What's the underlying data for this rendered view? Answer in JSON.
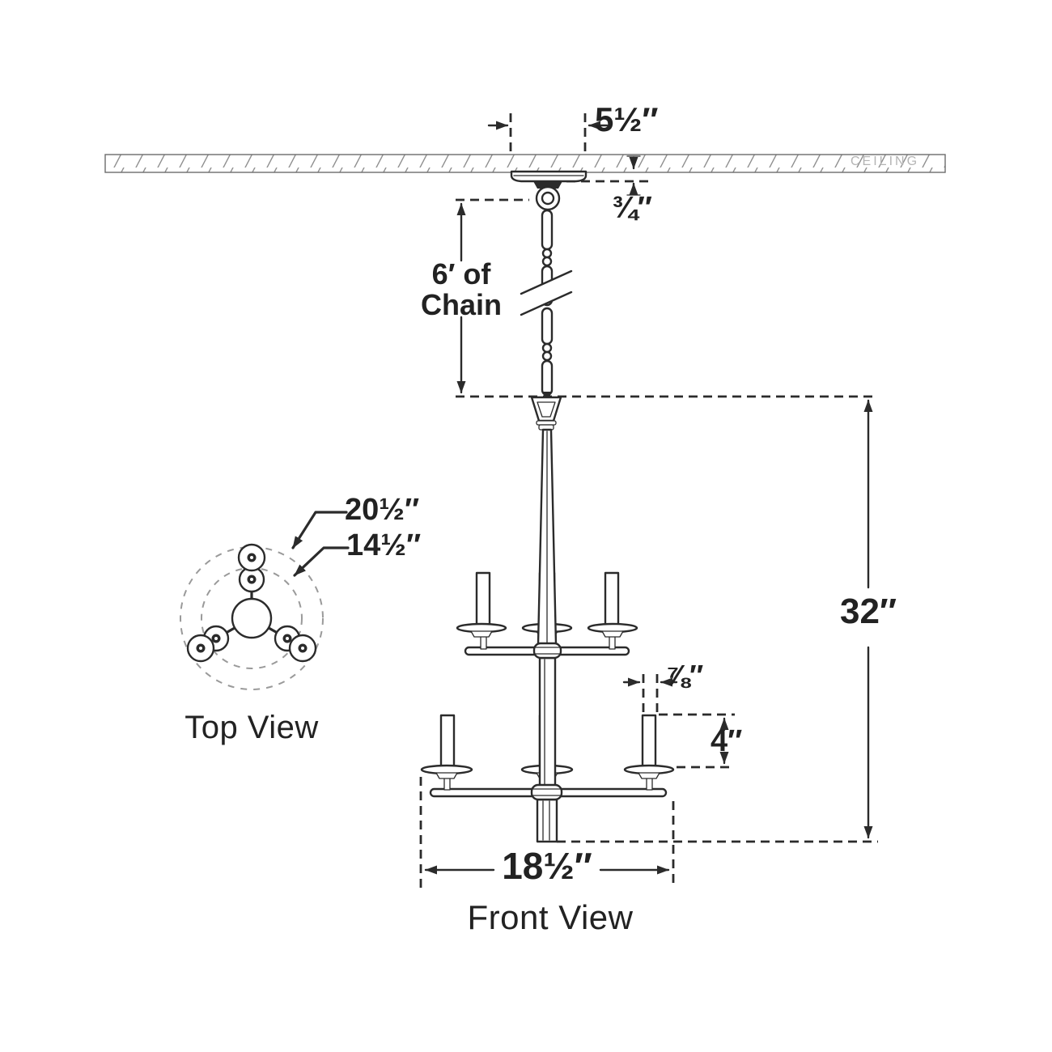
{
  "diagram": {
    "kind": "chandelier-installation-dimension-diagram",
    "ceiling": {
      "label": "CEILING"
    },
    "views": {
      "front": "Front View",
      "top": "Top View"
    },
    "dimensions": {
      "canopy_width": "5½″",
      "canopy_drop": "¾″",
      "chain_line1": "6′ of",
      "chain_line2": "Chain",
      "body_height": "32″",
      "overall_diameter": "20½″",
      "upper_tier_diameter": "14½″",
      "candle_cup_width": "⅞″",
      "candle_height": "4″",
      "body_width": "18½″"
    },
    "colors": {
      "line": "#2b2b2b",
      "hatch": "#8f8f8f",
      "dashed_gray": "#9a9a9a",
      "ceiling_text": "#b4b4b4",
      "background": "#ffffff"
    }
  }
}
